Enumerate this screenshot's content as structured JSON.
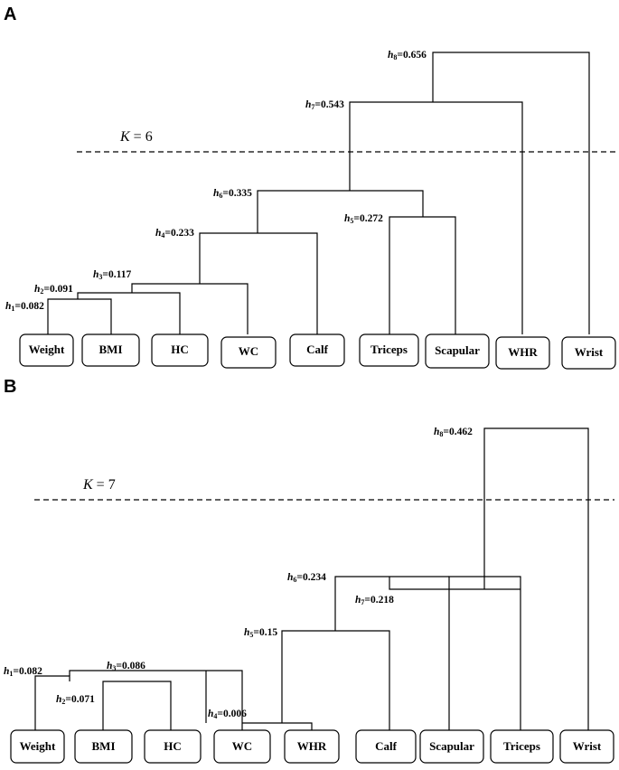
{
  "panels": [
    {
      "letter": "A",
      "k_prefix": "K",
      "k_value": "= 6",
      "leaves": [
        "Weight",
        "BMI",
        "HC",
        "WC",
        "Calf",
        "Triceps",
        "Scapular",
        "WHR",
        "Wrist"
      ],
      "heights": [
        {
          "name": "h",
          "sub": "1",
          "value": "=0.082"
        },
        {
          "name": "h",
          "sub": "2",
          "value": "=0.091"
        },
        {
          "name": "h",
          "sub": "3",
          "value": "=0.117"
        },
        {
          "name": "h",
          "sub": "4",
          "value": "=0.233"
        },
        {
          "name": "h",
          "sub": "5",
          "value": "=0.272"
        },
        {
          "name": "h",
          "sub": "6",
          "value": "=0.335"
        },
        {
          "name": "h",
          "sub": "7",
          "value": "=0.543"
        },
        {
          "name": "h",
          "sub": "8",
          "value": "=0.656"
        }
      ]
    },
    {
      "letter": "B",
      "k_prefix": "K",
      "k_value": "= 7",
      "leaves": [
        "Weight",
        "BMI",
        "HC",
        "WC",
        "WHR",
        "Calf",
        "Scapular",
        "Triceps",
        "Wrist"
      ],
      "heights": [
        {
          "name": "h",
          "sub": "1",
          "value": "=0.082"
        },
        {
          "name": "h",
          "sub": "2",
          "value": "=0.071"
        },
        {
          "name": "h",
          "sub": "3",
          "value": "=0.086"
        },
        {
          "name": "h",
          "sub": "4",
          "value": "=0.006"
        },
        {
          "name": "h",
          "sub": "5",
          "value": "=0.15"
        },
        {
          "name": "h",
          "sub": "6",
          "value": "=0.234"
        },
        {
          "name": "h",
          "sub": "7",
          "value": "=0.218"
        },
        {
          "name": "h",
          "sub": "8",
          "value": "=0.462"
        }
      ]
    }
  ]
}
